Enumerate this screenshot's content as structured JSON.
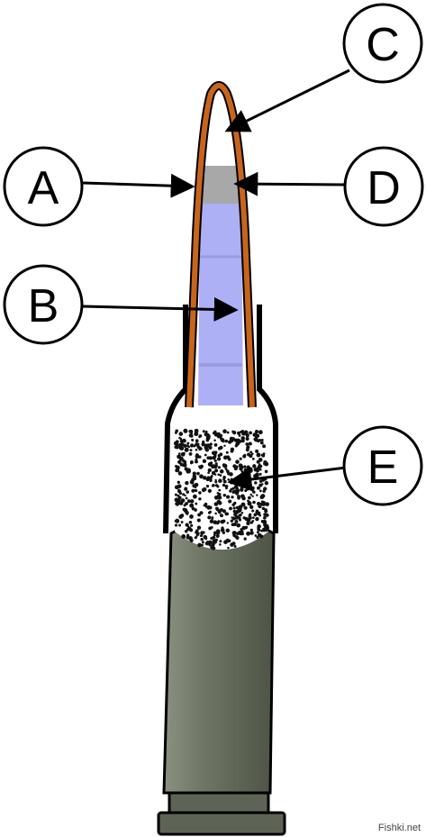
{
  "diagram": {
    "callouts": {
      "a": "A",
      "b": "B",
      "c": "C",
      "d": "D",
      "e": "E"
    },
    "colors": {
      "jacket": "#c8651b",
      "core": "#aeb0f5",
      "tip": "#a8a8a8",
      "casing": "#6c7362",
      "powder": "#111111",
      "outline": "#000000"
    }
  },
  "watermark": "Fishki.net"
}
